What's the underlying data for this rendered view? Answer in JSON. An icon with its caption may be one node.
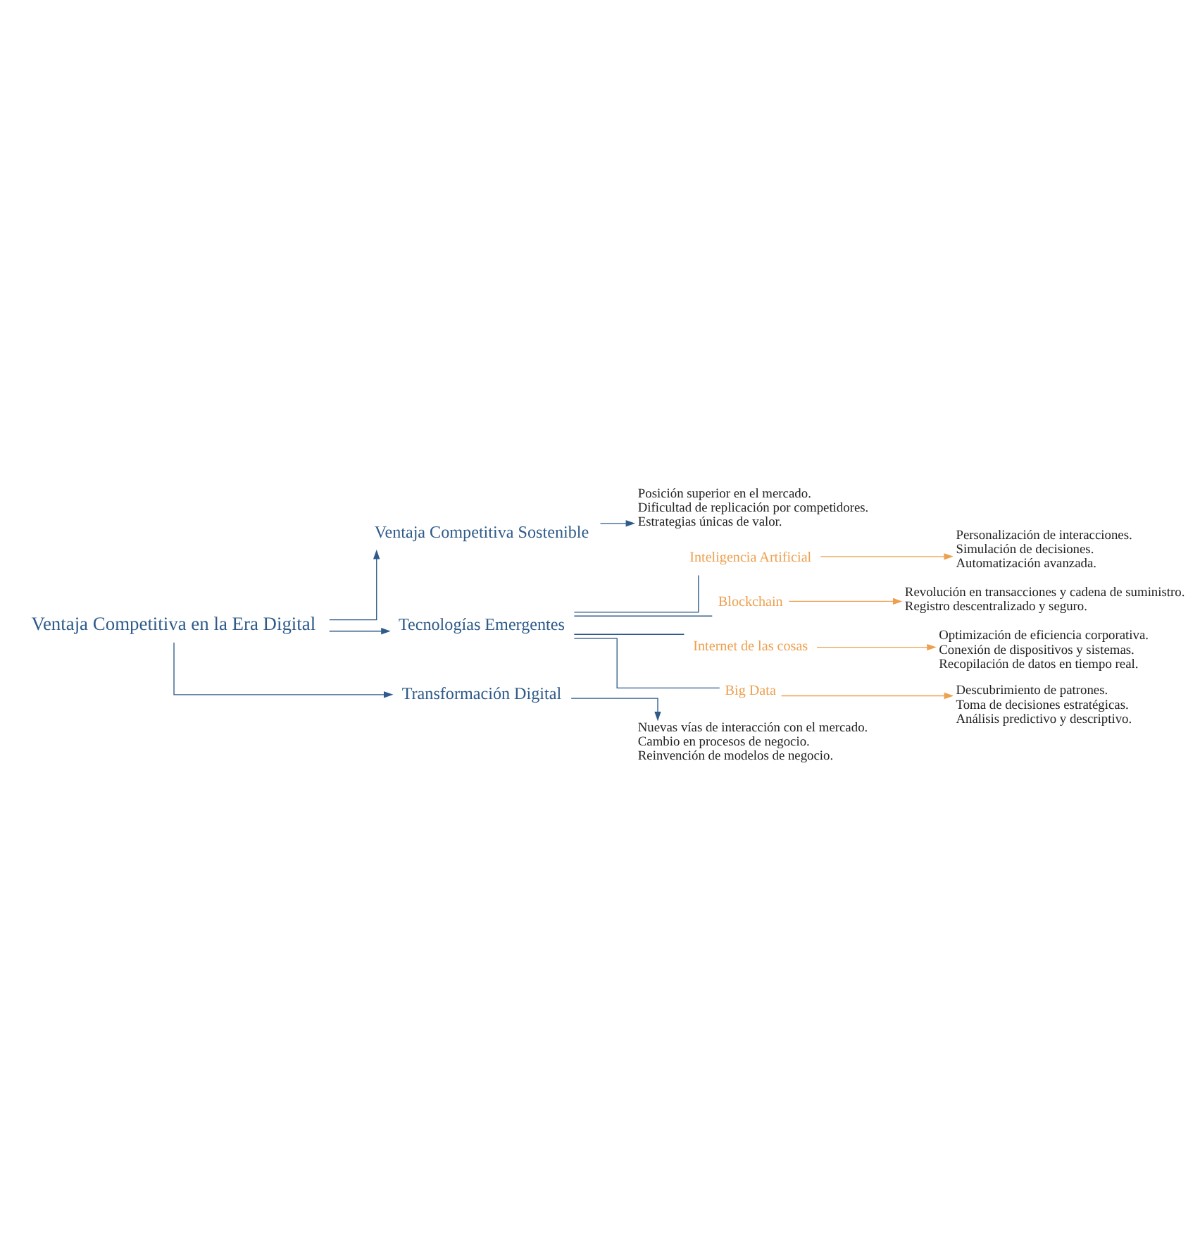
{
  "diagram": {
    "nodes": [
      {
        "text": [
          "Ventaja Competitiva en la Era Digital"
        ]
      },
      {
        "text": [
          "Ventaja Competitiva Sostenible"
        ]
      },
      {
        "text": [
          "Posición superior en el mercado.",
          "Dificultad de replicación por competidores.",
          "Estrategias únicas de valor."
        ]
      },
      {
        "text": [
          "Tecnologías Emergentes"
        ]
      },
      {
        "text": [
          "Inteligencia Artificial"
        ]
      },
      {
        "text": [
          "Personalización de interacciones.",
          "Simulación de decisiones.",
          "Automatización avanzada."
        ]
      },
      {
        "text": [
          "Blockchain"
        ]
      },
      {
        "text": [
          "Revolución en transacciones y cadena de suministro.",
          "Registro descentralizado y seguro."
        ]
      },
      {
        "text": [
          "Internet de las cosas"
        ]
      },
      {
        "text": [
          "Optimización de eficiencia corporativa.",
          "Conexión de dispositivos y sistemas.",
          "Recopilación de datos en tiempo real."
        ]
      },
      {
        "text": [
          "Big Data"
        ]
      },
      {
        "text": [
          "Descubrimiento de patrones.",
          "Toma de decisiones estratégicas.",
          "Análisis predictivo y descriptivo."
        ]
      },
      {
        "text": [
          "Transformación Digital"
        ]
      },
      {
        "text": [
          "Nuevas vías de interacción con el mercado.",
          "Cambio en procesos de negocio.",
          "Reinvención de modelos de negocio."
        ]
      }
    ],
    "edges": [
      {
        "from": 0,
        "to": 1,
        "arrow": "to"
      },
      {
        "from": 1,
        "to": 2,
        "arrow": "to"
      },
      {
        "from": 0,
        "to": 3,
        "arrow": "to"
      },
      {
        "from": 3,
        "to": 4,
        "arrow": "none"
      },
      {
        "from": 4,
        "to": 5,
        "arrow": "to",
        "color": "#eda04f"
      },
      {
        "from": 3,
        "to": 6,
        "arrow": "none"
      },
      {
        "from": 6,
        "to": 7,
        "arrow": "to",
        "color": "#eda04f"
      },
      {
        "from": 3,
        "to": 8,
        "arrow": "none"
      },
      {
        "from": 8,
        "to": 9,
        "arrow": "to",
        "color": "#eda04f"
      },
      {
        "from": 3,
        "to": 10,
        "arrow": "none"
      },
      {
        "from": 10,
        "to": 11,
        "arrow": "to",
        "color": "#eda04f"
      },
      {
        "from": 0,
        "to": 12,
        "arrow": "to"
      },
      {
        "from": 12,
        "to": 13,
        "arrow": "to"
      }
    ]
  }
}
